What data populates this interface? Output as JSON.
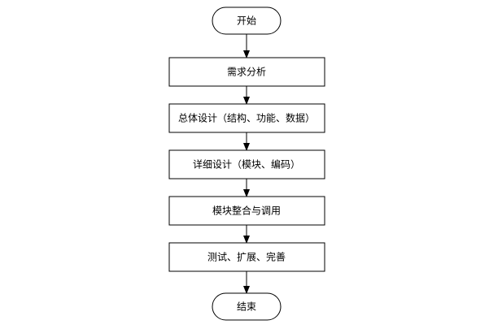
{
  "flowchart": {
    "start": {
      "label": "开始"
    },
    "steps": [
      {
        "label": "需求分析"
      },
      {
        "label": "总体设计（结构、功能、数据）"
      },
      {
        "label": "详细设计（模块、编码）"
      },
      {
        "label": "模块整合与调用"
      },
      {
        "label": "测试、扩展、完善"
      }
    ],
    "end": {
      "label": "结束"
    },
    "colors": {
      "stroke": "#000000",
      "fill": "#ffffff",
      "text": "#000000"
    }
  }
}
